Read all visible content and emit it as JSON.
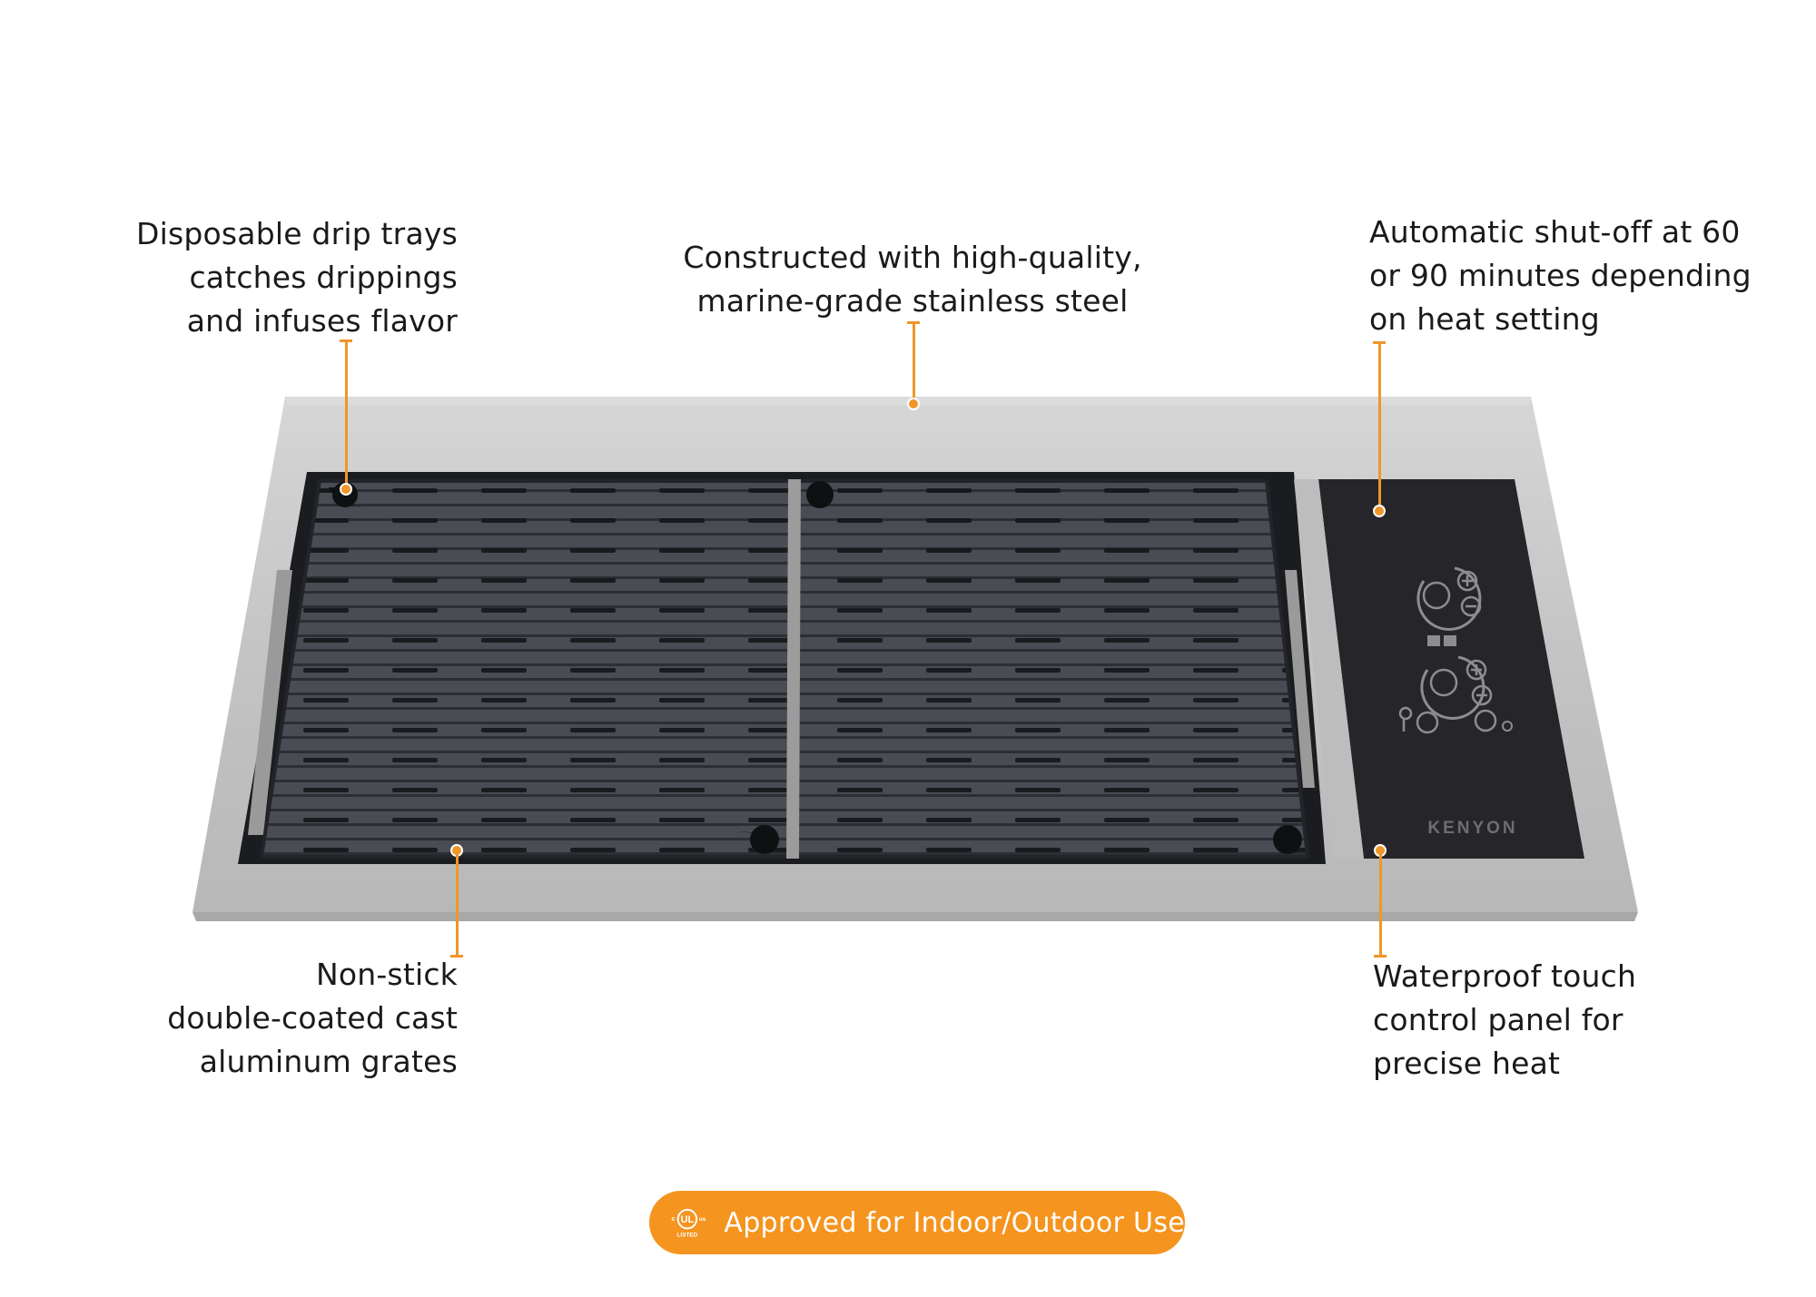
{
  "callouts": {
    "drip_trays": [
      "Disposable drip trays",
      "catches drippings",
      "and infuses flavor"
    ],
    "steel": [
      "Constructed with high-quality,",
      "marine-grade stainless steel"
    ],
    "shutoff": [
      "Automatic shut-off at 60",
      "or 90 minutes depending",
      "on heat setting"
    ],
    "grates": [
      "Non-stick",
      "double-coated cast",
      "aluminum grates"
    ],
    "panel": [
      "Waterproof touch",
      "control panel for",
      "precise heat"
    ]
  },
  "product": {
    "brand": "KENYON"
  },
  "badge": {
    "text": "Approved for Indoor/Outdoor Use",
    "ul_c": "c",
    "ul_mark": "UL",
    "ul_us": "us",
    "ul_listed": "LISTED"
  },
  "colors": {
    "accent": "#f0962a",
    "badge": "#f5941f",
    "steel": "#c9c9c9",
    "grate": "#3a3c42",
    "panel": "#26262a"
  },
  "icons": [
    "ul-listed-icon",
    "plus-icon",
    "minus-icon",
    "power-icon",
    "lock-icon"
  ]
}
